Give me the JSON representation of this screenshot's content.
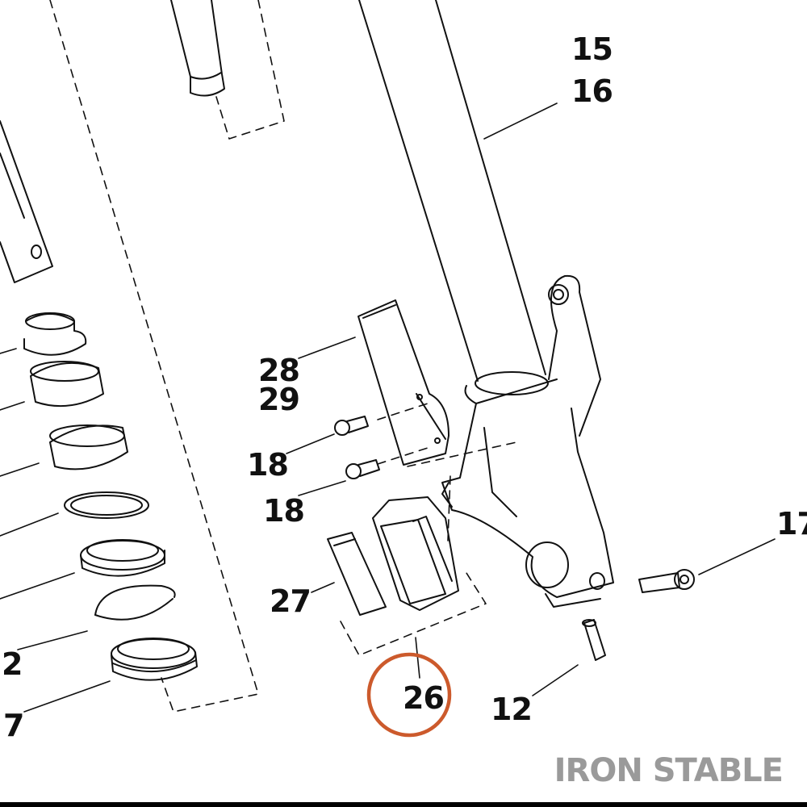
{
  "callouts": {
    "c15": "15",
    "c16": "16",
    "c17": "17",
    "c28": "28",
    "c29": "29",
    "c18a": "18",
    "c18b": "18",
    "c27": "27",
    "c26": "26",
    "c12": "12",
    "c2": "2",
    "c7": "7"
  },
  "highlight": {
    "color": "#cc5a2c",
    "target": "26"
  },
  "watermark": "IRON STABLE"
}
